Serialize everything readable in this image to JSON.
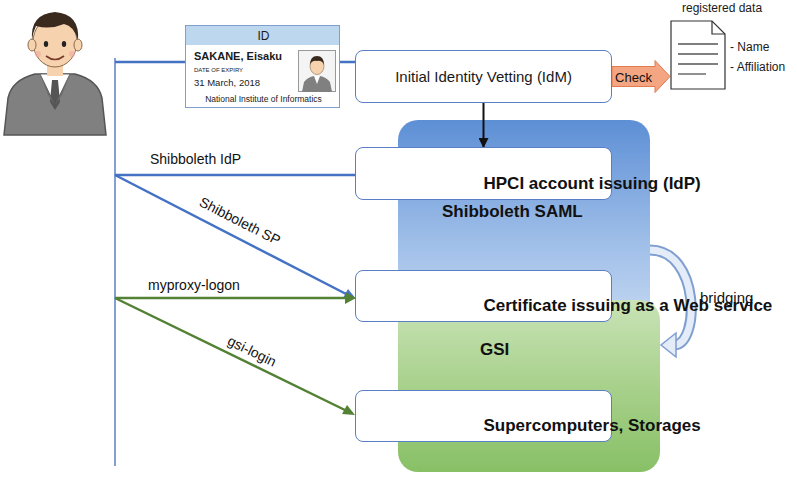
{
  "diagram": {
    "nodes": [
      {
        "text": [
          "ID",
          "SAKANE, Eisaku",
          "DATE OF EXPIRY",
          "31 March, 2018",
          "National Institute of Informatics"
        ]
      },
      {
        "text": [
          "Initial Identity Vetting (IdM)"
        ]
      },
      {
        "text": [
          "registered data",
          "- Name",
          "- Affiliation"
        ]
      },
      {
        "text": [
          "Shibboleth SAML"
        ]
      },
      {
        "text": [
          "HPCI account issuing (IdP)"
        ],
        "in": 3
      },
      {
        "text": [
          "Certificate issuing as a Web service"
        ],
        "in": 3
      },
      {
        "text": [
          "GSI"
        ]
      },
      {
        "text": [
          "Supercomputers, Storages"
        ],
        "in": 6
      }
    ],
    "edges": [
      {
        "from": 1,
        "to": 4,
        "arrow": "to"
      },
      {
        "from": 1,
        "to": 2,
        "label": "Check",
        "arrow": "to"
      },
      {
        "from": 3,
        "to": 6,
        "label": "bridging",
        "arrow": "to"
      }
    ],
    "labels": [
      "Shibboleth IdP",
      "Shibboleth SP",
      "myproxy-logon",
      "gsi-login"
    ]
  }
}
